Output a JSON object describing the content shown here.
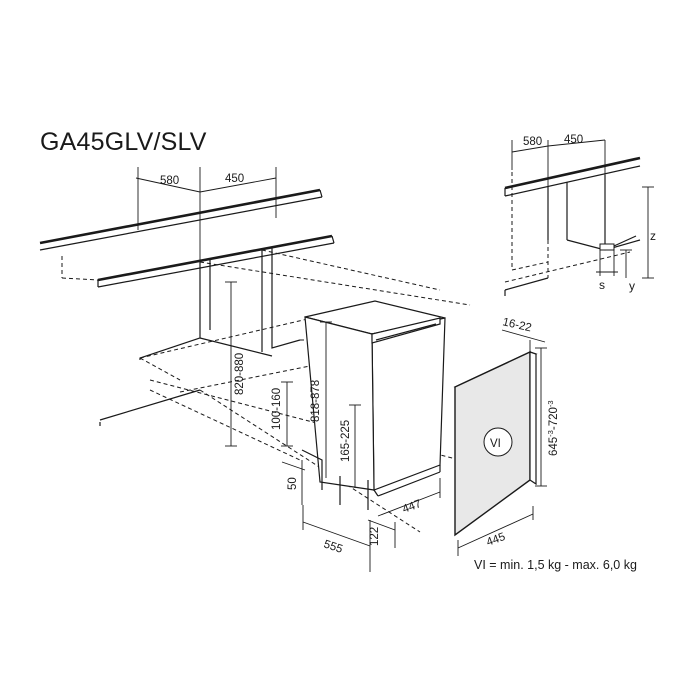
{
  "title": "GA45GLV/SLV",
  "note": "VI = min. 1,5 kg - max. 6,0 kg",
  "panel_label": "VI",
  "dimensions": {
    "niche_depth": "580",
    "niche_width": "450",
    "niche_height": "820-880",
    "plinth_height": "100-160",
    "plinth_depth": "50",
    "unit_height": "818-878",
    "foot_height": "165-225",
    "depth_total": "555",
    "front_offset": "122",
    "unit_width": "447",
    "panel_width": "445",
    "panel_thickness": "16-22",
    "panel_height": "645",
    "panel_height_tol": "-3",
    "panel_height_max": "-720",
    "panel_height_tol2": "-3"
  },
  "inset": {
    "niche_depth": "580",
    "niche_width": "450",
    "z": "z",
    "s": "s",
    "y": "y"
  }
}
